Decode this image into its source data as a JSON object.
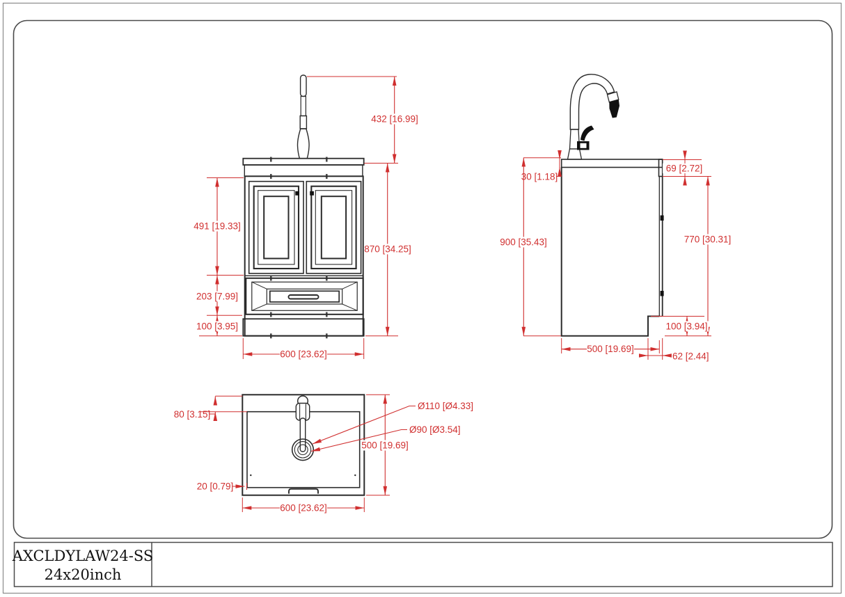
{
  "colors": {
    "line": "#2b2b2b",
    "dim": "#d02f2f",
    "background": "#ffffff"
  },
  "title_block": {
    "model": "AXCLDYLAW24-SS",
    "size": "24x20inch"
  },
  "views": {
    "front": {
      "label": "front-view",
      "dims": {
        "faucet_height": "432 [16.99]",
        "door_section_height": "491 [19.33]",
        "overall_height": "870 [34.25]",
        "drawer_height": "203 [7.99]",
        "base_height": "100 [3.95]",
        "width": "600 [23.62]"
      }
    },
    "side": {
      "label": "side-view",
      "dims": {
        "counter_back_thickness": "30 [1.18]",
        "counter_edge_thickness": "69 [2.72]",
        "overall_height": "900 [35.43]",
        "front_height": "770 [30.31]",
        "toe_kick_height": "100 [3.94]",
        "depth": "500 [19.69]",
        "toe_kick_depth": "62 [2.44]"
      }
    },
    "top": {
      "label": "top-view",
      "dims": {
        "faucet_center_offset": "80 [3.15]",
        "drain_outer_diameter": "Ø110 [Ø4.33]",
        "drain_inner_diameter": "Ø90 [Ø3.54]",
        "depth": "500 [19.69]",
        "rim_edge": "20 [0.79]",
        "width": "600 [23.62]"
      }
    }
  }
}
